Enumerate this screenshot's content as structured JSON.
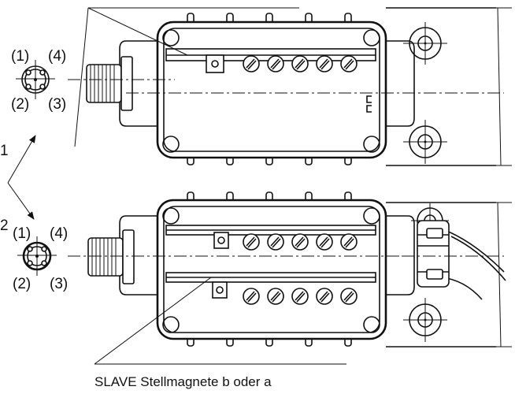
{
  "connector_top": {
    "pin1": "(1)",
    "pin2": "(2)",
    "pin3": "(3)",
    "pin4": "(4)"
  },
  "connector_bottom": {
    "pin1": "(1)",
    "pin2": "(2)",
    "pin3": "(3)",
    "pin4": "(4)"
  },
  "side_labels": {
    "top": "1",
    "bottom": "2"
  },
  "caption": "SLAVE Stellmagnete b oder a"
}
